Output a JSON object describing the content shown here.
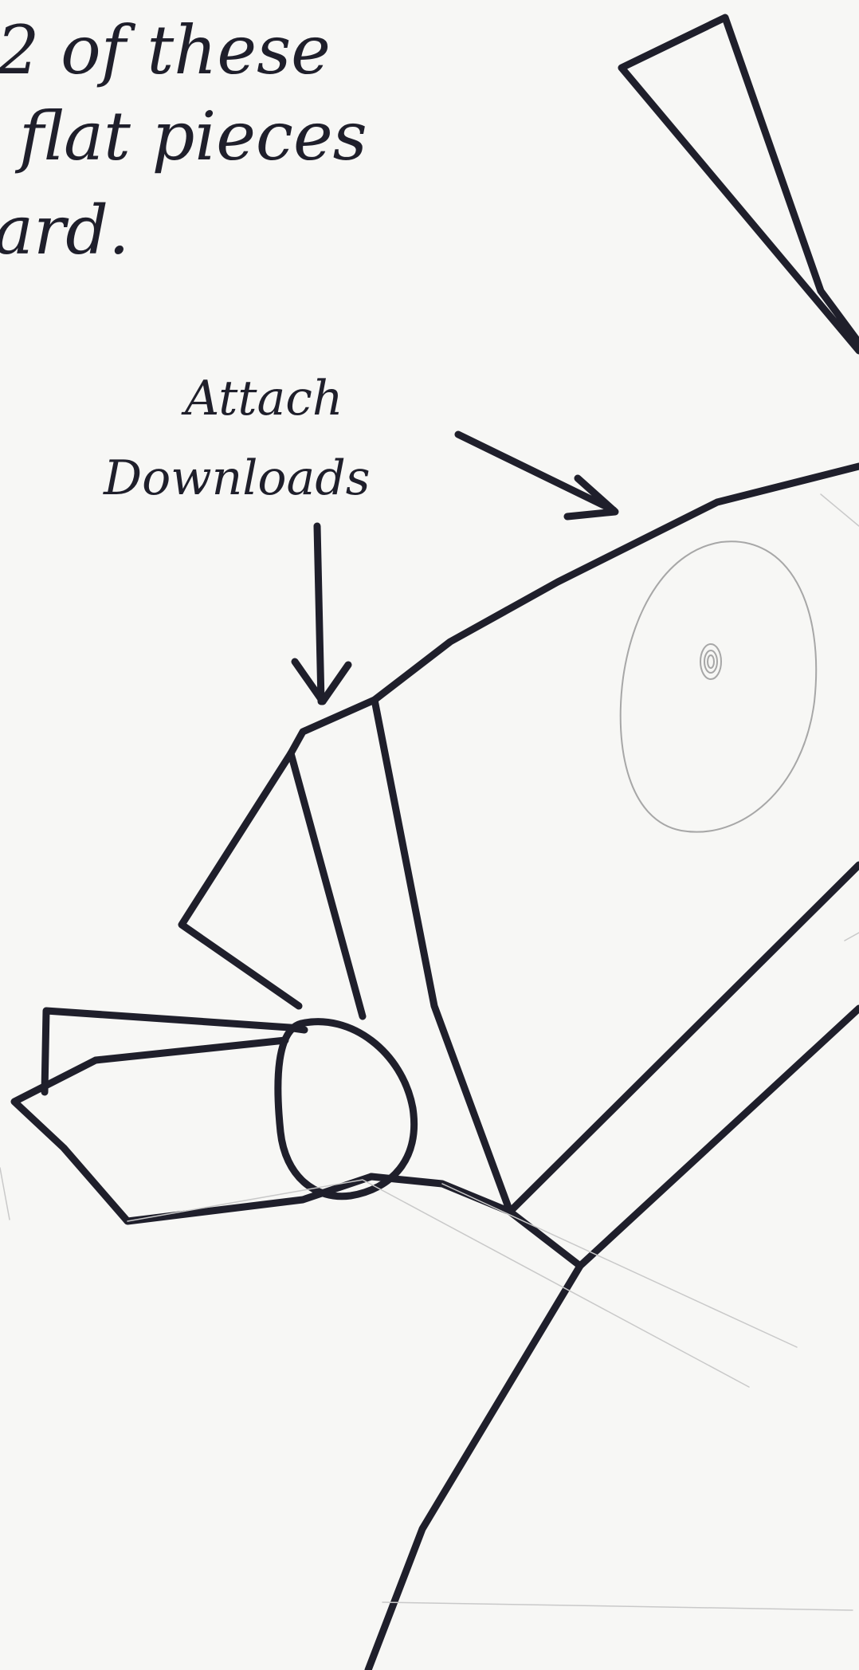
{
  "instruction_lines": [
    "2 of these",
    "flat pieces",
    "ard."
  ],
  "callout": {
    "line1": "Attach",
    "line2": "Downloads"
  },
  "colors": {
    "paper": "#f7f7f5",
    "ink": "#1f1f2b",
    "pencil": "#a7a7a7"
  }
}
